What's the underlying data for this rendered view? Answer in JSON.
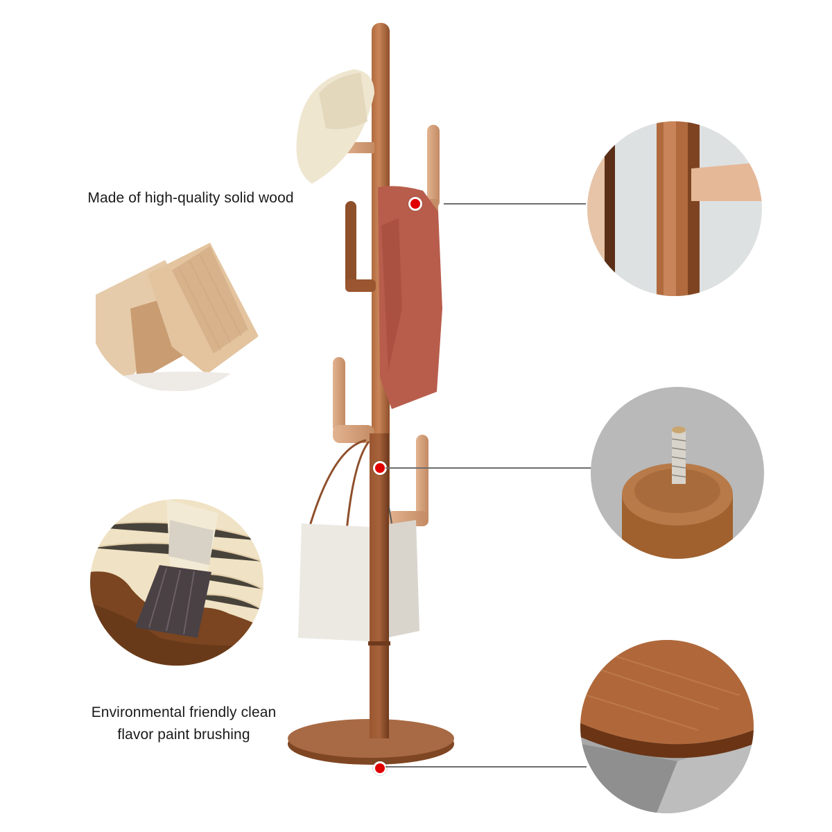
{
  "product": {
    "name": "Wooden coat rack tree stand",
    "colors": {
      "wood_dark": "#9a5630",
      "wood_light": "#d7a17c",
      "marker": "#e00000",
      "leader_line": "#6d6d6d",
      "text": "#1a1a1a"
    }
  },
  "callouts": {
    "left": [
      {
        "id": "solid-wood",
        "text": "Made of high-quality solid wood"
      },
      {
        "id": "paint",
        "text_line1": "Environmental friendly clean",
        "text_line2": "flavor paint brushing"
      }
    ],
    "right": [
      {
        "id": "hook-detail",
        "description": "Close-up of hook joint on pole"
      },
      {
        "id": "screw-joint",
        "description": "Close-up of threaded screw connector"
      },
      {
        "id": "base-detail",
        "description": "Close-up of round wooden base"
      }
    ]
  },
  "items_on_rack": [
    "straw hat",
    "red knit sweater",
    "white canvas tote bag"
  ]
}
